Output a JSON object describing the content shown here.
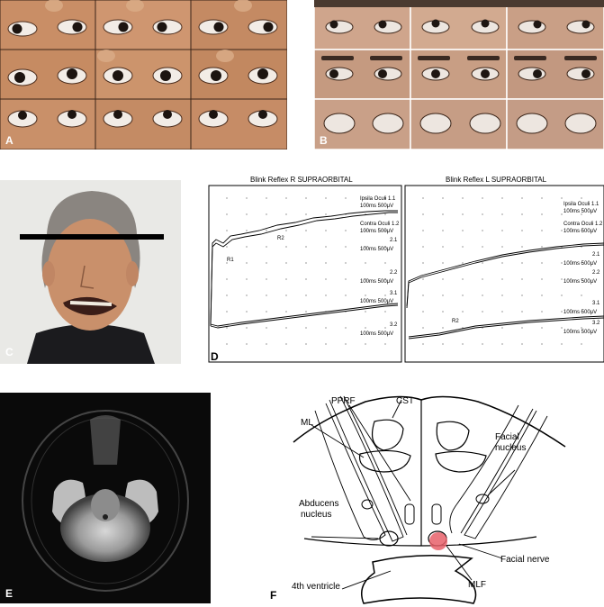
{
  "panels": {
    "a": {
      "label": "A"
    },
    "b": {
      "label": "B"
    },
    "c": {
      "label": "C"
    },
    "d": {
      "label": "D",
      "left_title": "Blink Reflex R SUPRAORBITAL",
      "right_title": "Blink Reflex L SUPRAORBITAL",
      "left_traces": [
        {
          "name": "Ipsila Oculi 1.1",
          "scale": "100ms 500μV"
        },
        {
          "name": "Contra Oculi 1.2",
          "scale": "100ms 500μV"
        },
        {
          "name": "2.1",
          "scale": "100ms 500μV"
        },
        {
          "name": "2.2",
          "scale": "100ms 500μV"
        },
        {
          "name": "3.1",
          "scale": "100ms 500μV"
        },
        {
          "name": "3.2",
          "scale": "100ms 500μV"
        }
      ],
      "right_traces": [
        {
          "name": "Ipsila Oculi 1.1",
          "scale": "100ms 500μV"
        },
        {
          "name": "Contra Oculi 1.2",
          "scale": "100ms 500μV"
        },
        {
          "name": "2.1",
          "scale": "100ms 500μV"
        },
        {
          "name": "2.2",
          "scale": "100ms 500μV"
        },
        {
          "name": "3.1",
          "scale": "100ms 500μV"
        },
        {
          "name": "3.2",
          "scale": "100ms 500μV"
        }
      ],
      "markers": {
        "r1": "R1",
        "r2_left": "R2",
        "r2_right": "R2"
      }
    },
    "e": {
      "label": "E"
    },
    "f": {
      "label": "F",
      "structures": {
        "pprf": "PPRF",
        "cst": "CST",
        "ml": "ML",
        "facial_nucleus_1": "Facial",
        "facial_nucleus_2": "nucleus",
        "abducens_1": "Abducens",
        "abducens_2": "nucleus",
        "facial_nerve": "Facial nerve",
        "mlf": "MLF",
        "fourth_ventricle": "4th ventricle"
      },
      "lesion_color": "#e8606a"
    }
  },
  "colors": {
    "photo_skin": "#c9916a",
    "photo_dark": "#3a2a22",
    "mri_bg": "#0a0a0a"
  }
}
